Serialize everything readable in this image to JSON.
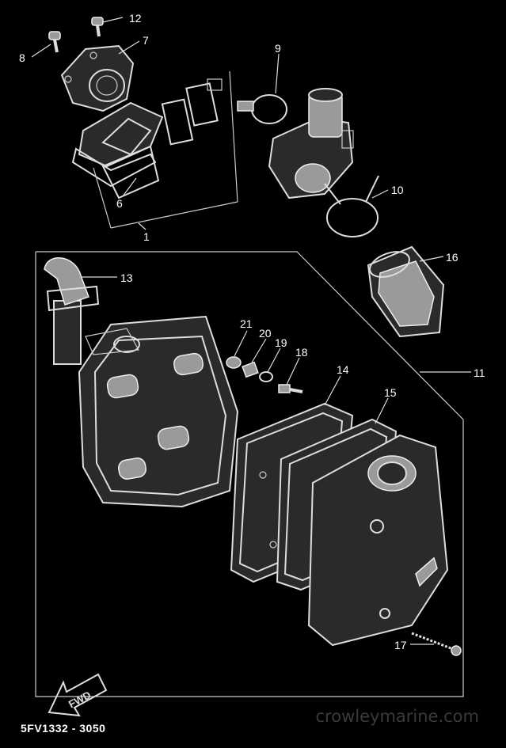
{
  "callouts": [
    {
      "id": "c12",
      "text": "12"
    },
    {
      "id": "c7",
      "text": "7"
    },
    {
      "id": "c8",
      "text": "8"
    },
    {
      "id": "c9",
      "text": "9"
    },
    {
      "id": "c6",
      "text": "6"
    },
    {
      "id": "c1",
      "text": "1"
    },
    {
      "id": "c10",
      "text": "10"
    },
    {
      "id": "c13",
      "text": "13"
    },
    {
      "id": "c16",
      "text": "16"
    },
    {
      "id": "c21",
      "text": "21"
    },
    {
      "id": "c20",
      "text": "20"
    },
    {
      "id": "c19",
      "text": "19"
    },
    {
      "id": "c18",
      "text": "18"
    },
    {
      "id": "c14",
      "text": "14"
    },
    {
      "id": "c15",
      "text": "15"
    },
    {
      "id": "c11",
      "text": "11"
    },
    {
      "id": "c17",
      "text": "17"
    }
  ],
  "direction_label": "FWD",
  "drawing_code": "5FV1332 - 3050",
  "watermark": "crowleymarine.com",
  "colors": {
    "background": "#000000",
    "line": "#dddddd"
  }
}
